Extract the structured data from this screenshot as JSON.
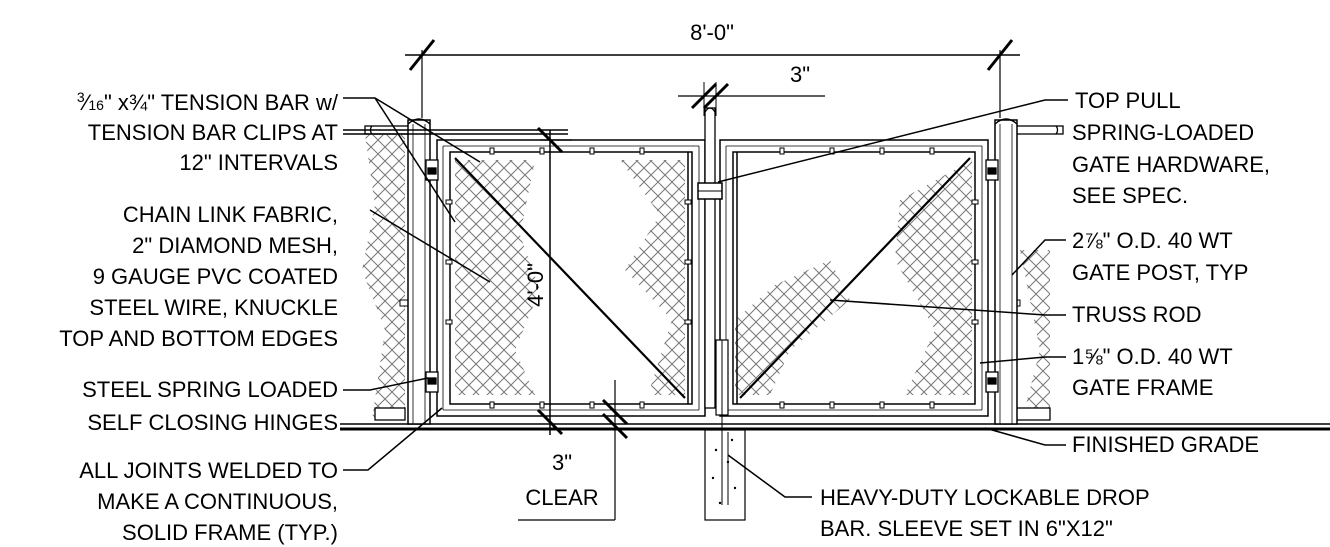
{
  "dimensions": {
    "width": "8'-0\"",
    "height": "4'-0\"",
    "gap": "3\"",
    "clear_value": "3\"",
    "clear_word": "CLEAR"
  },
  "left_labels": {
    "tension_bar": {
      "fraction_num": "3",
      "fraction_den": "16",
      "mid": "\" x",
      "frac2": "¾",
      "rest": "\" TENSION BAR w/",
      "line2": "TENSION BAR CLIPS AT",
      "line3": "12\" INTERVALS"
    },
    "fabric": [
      "CHAIN LINK FABRIC,",
      "2\" DIAMOND MESH,",
      "9 GAUGE PVC COATED",
      "STEEL WIRE,  KNUCKLE",
      "TOP AND BOTTOM EDGES"
    ],
    "hinges": [
      "STEEL SPRING LOADED",
      "SELF CLOSING HINGES"
    ],
    "joints": [
      "ALL JOINTS WELDED TO",
      "MAKE A CONTINUOUS,",
      "SOLID FRAME (TYP.)"
    ]
  },
  "right_labels": {
    "top_pull": "TOP PULL",
    "hardware": [
      "SPRING-LOADED",
      "GATE HARDWARE,",
      "SEE SPEC."
    ],
    "gate_post": {
      "lead": "2",
      "frac": "⅞",
      "rest": "\" O.D. 40 WT",
      "line2": "GATE POST, TYP"
    },
    "truss_rod": "TRUSS ROD",
    "gate_frame": {
      "lead": "1",
      "frac": "⅝",
      "rest": "\" O.D. 40 WT",
      "line2": "GATE FRAME"
    },
    "grade": "FINISHED GRADE",
    "drop_bar": [
      "HEAVY-DUTY LOCKABLE DROP",
      "BAR. SLEEVE SET IN 6\"X12\""
    ]
  }
}
